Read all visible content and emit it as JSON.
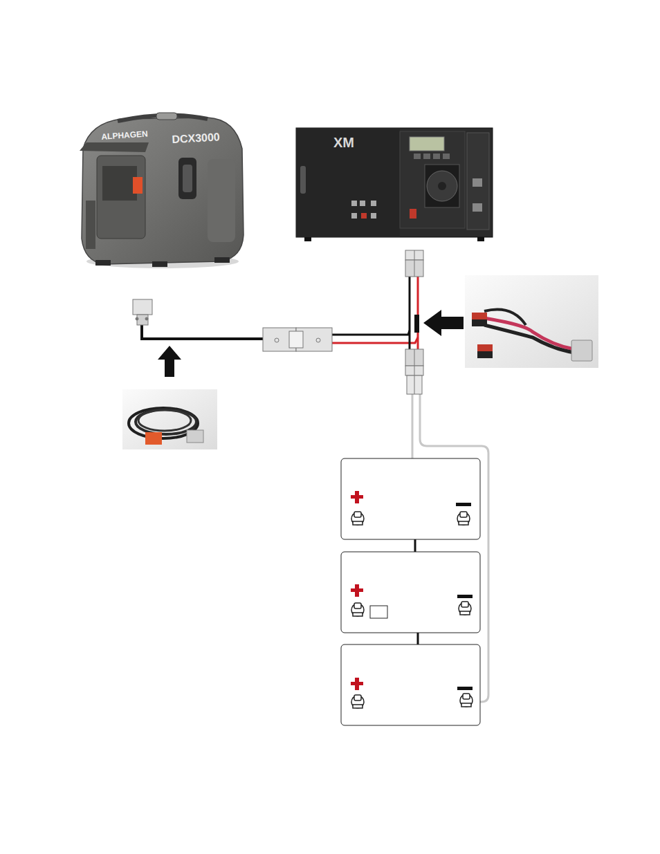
{
  "diagram": {
    "labels": [
      "ALPHAGEN",
      "DCX3000",
      "XM"
    ]
  }
}
